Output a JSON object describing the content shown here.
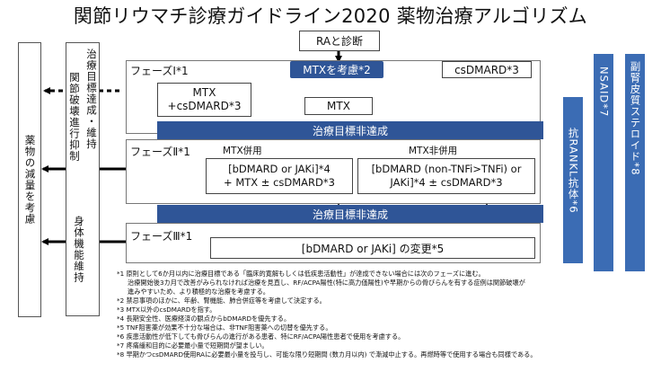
{
  "title": "関節リウマチ診療ガイドライン2020 薬物治療アルゴリズム",
  "start": "RAと診断",
  "phase1": {
    "label": "フェーズⅠ*1",
    "mtx_consider": "MTXを考慮*2",
    "csdmard": "csDMARD*3",
    "mtx_combo": "MTX\n+csDMARD*3",
    "mtx": "MTX"
  },
  "not_achieved_1": "治療目標非達成",
  "phase2": {
    "label": "フェーズⅡ*1",
    "left_head": "MTX併用",
    "right_head": "MTX非併用",
    "left_box": "[bDMARD or JAKi]*4\n+ MTX ± csDMARD*3",
    "right_box": "[bDMARD (non-TNFi>TNFi) or\nJAKi]*4 ± csDMARD*3"
  },
  "not_achieved_2": "治療目標非達成",
  "phase3": {
    "label": "フェーズⅢ*1",
    "box": "[bDMARD or JAKi] の変更*5"
  },
  "side": {
    "goal": "治療目標達成・維持",
    "joint": "関節破壊進行抑制",
    "function": "身体機能維持",
    "reduce": "薬物の減量を考慮"
  },
  "rank": "抗RANKL抗体*6",
  "nsaid": "NSAID*7",
  "steroid": "副腎皮質ステロイド*8",
  "notes": [
    "*1 原則として6か月以内に治療目標である「臨床的寛解もしくは低疾患活動性」が達成できない場合には次のフェーズに進む。",
    "治療開始後3カ月で改善がみられなければ治療を見直し、RF/ACPA陽性(特に高力価陽性)や早期からの骨びらんを有する症例は関節破壊が",
    "進みやすいため、より積極的な治療を考慮する。",
    "*2 禁忌事項のほかに、年齢、腎機能、肺合併症等を考慮して決定する。",
    "*3 MTX以外のcsDMARDを指す。",
    "*4 長期安全性、医療経済の観点からbDMARDを優先する。",
    "*5 TNF阻害薬が効果不十分な場合は、非TNF阻害薬への切替を優先する。",
    "*6 疾患活動性が低下しても骨びらんの進行がある患者、特にRF/ACPA陽性患者で使用を考慮する。",
    "*7 疼痛緩和目的に必要最小量で短期間が望ましい。",
    "*8 早期かつcsDMARD使用RAに必要最小量を投与し、可能な限り短期間 (数カ月以内) で漸減中止する。再燃時等で使用する場合も同様である。"
  ],
  "colors": {
    "blue": "#2f5597",
    "side_blue": "#3b6cb4"
  }
}
